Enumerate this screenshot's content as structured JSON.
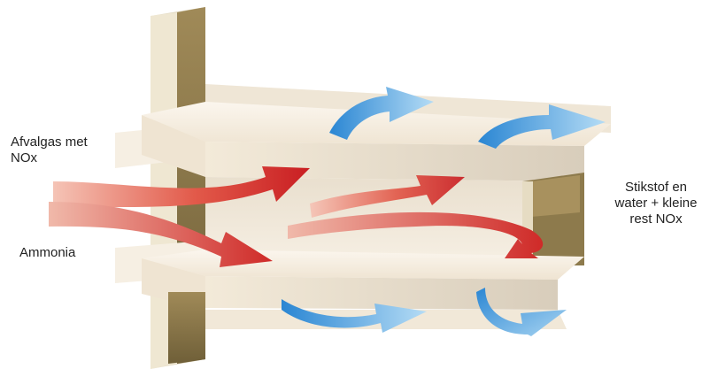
{
  "labels": {
    "input_gas": "Afvalgas met\nNOx",
    "ammonia": "Ammonia",
    "output": "Stikstof en\nwater + kleine\nrest NOx"
  },
  "colors": {
    "background": "#ffffff",
    "frame_wall": "#8f7a4e",
    "frame_wall_light": "#e9e1c8",
    "plate_face": "#f8efe2",
    "plate_edge": "#e8ddca",
    "gas_arrow": "#d8282a",
    "gas_arrow_fade": "#f3b7a8",
    "air_arrow": "#2f8fd6",
    "air_arrow_fade": "#a8d6f3"
  }
}
